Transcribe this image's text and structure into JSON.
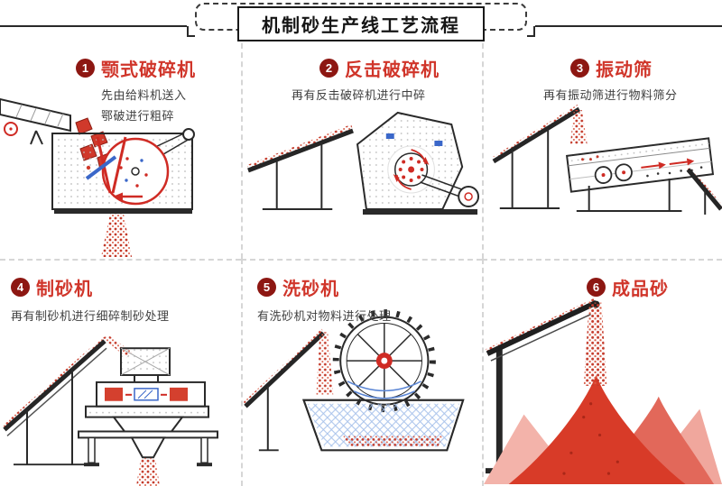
{
  "banner": {
    "title": "机制砂生产线工艺流程"
  },
  "sections": [
    {
      "num": "1",
      "title": "颚式破碎机",
      "desc": "先由给料机送入\n鄂破进行粗碎"
    },
    {
      "num": "2",
      "title": "反击破碎机",
      "desc": "再有反击破碎机进行中碎"
    },
    {
      "num": "3",
      "title": "振动筛",
      "desc": "再有振动筛进行物料筛分"
    },
    {
      "num": "4",
      "title": "制砂机",
      "desc": "再有制砂机进行细碎制砂处理"
    },
    {
      "num": "5",
      "title": "洗砂机",
      "desc": "有洗砂机对物料进行处理"
    },
    {
      "num": "6",
      "title": "成品砂",
      "desc": ""
    }
  ],
  "colors": {
    "accent_red": "#d0352a",
    "badge_red": "#8d1712",
    "line_dark": "#2a2a2a",
    "blue_accent": "#3a67c9",
    "sand_red": "#d83b28",
    "sand_pale": "#f3b3aa",
    "separator": "#d6d6d6"
  }
}
